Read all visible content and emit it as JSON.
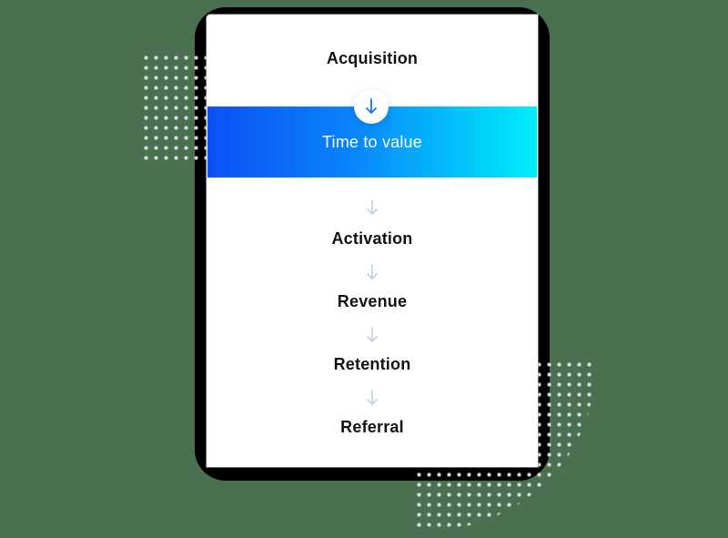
{
  "diagram": {
    "type": "flowchart",
    "steps": [
      {
        "label": "Acquisition",
        "highlighted": false
      },
      {
        "label": "Time to value",
        "highlighted": true
      },
      {
        "label": "Activation",
        "highlighted": false
      },
      {
        "label": "Revenue",
        "highlighted": false
      },
      {
        "label": "Retention",
        "highlighted": false
      },
      {
        "label": "Referral",
        "highlighted": false
      }
    ],
    "connector_icon": "arrow-down-icon",
    "colors": {
      "background": "#4a7050",
      "card": "#ffffff",
      "text": "#111418",
      "highlight_gradient_start": "#0b50f5",
      "highlight_gradient_end": "#00eefd",
      "highlight_text": "#ffffff",
      "arrow_muted": "#c3cee0",
      "arrow_active": "#1a73f0"
    }
  }
}
